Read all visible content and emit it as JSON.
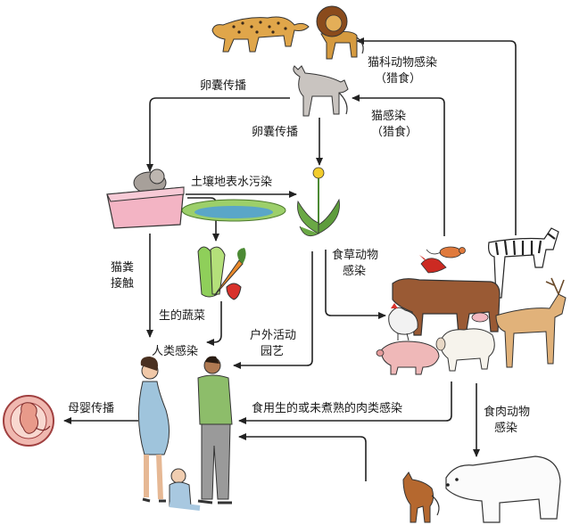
{
  "labels": {
    "feline_infection": "猫科动物感染",
    "feline_prey": "（猎食）",
    "oocyst_spread_left": "卵囊传播",
    "cat_infection": "猫感染",
    "cat_prey": "（猎食）",
    "oocyst_spread_mid": "卵囊传播",
    "soil_water": "土壤地表水污染",
    "herbivore_1": "食草动物",
    "herbivore_2": "感染",
    "cat_feces_1": "猫粪",
    "cat_feces_2": "接触",
    "raw_vegetables": "生的蔬菜",
    "outdoor_1": "户外活动",
    "outdoor_2": "园艺",
    "human_infection": "人类感染",
    "raw_meat": "食用生的或未煮熟的肉类感染",
    "carnivore_1": "食肉动物",
    "carnivore_2": "感染",
    "maternal": "母婴传播"
  },
  "colors": {
    "arrow": "#222222",
    "water": "#5aa6c8",
    "litter_box": "#f3b4c4",
    "cat": "#c9c4c0",
    "cow": "#9a5a34",
    "deer": "#e1b27a",
    "pig": "#efb8b8",
    "leopard": "#e0a64a",
    "lion": "#d59a3f",
    "shirt": "#8dbd6a",
    "dress": "#9fc4dc",
    "fox": "#b5682f"
  },
  "icons": [
    "leopard",
    "lion",
    "cat",
    "litter-box-cat",
    "dandelion",
    "pond",
    "vegetables",
    "rat",
    "cardinal",
    "zebra",
    "cow",
    "deer",
    "chicken",
    "sheep",
    "pig",
    "pregnant-woman",
    "man",
    "baby",
    "fetus",
    "fox",
    "polar-bear"
  ]
}
